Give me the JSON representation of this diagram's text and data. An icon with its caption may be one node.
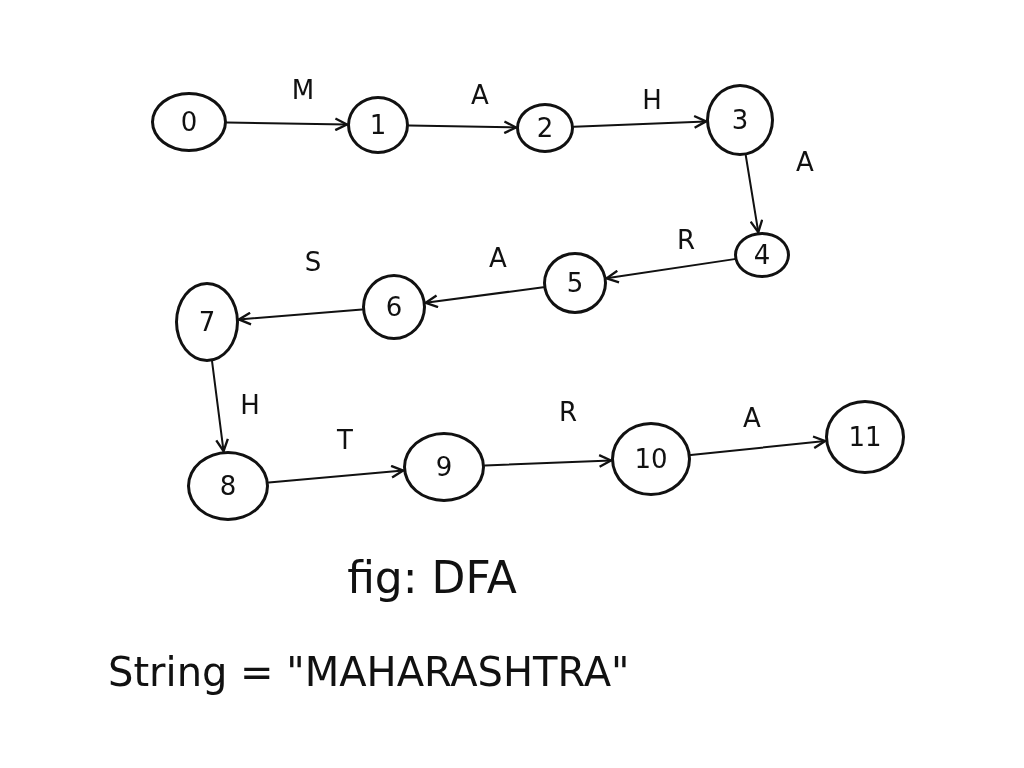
{
  "diagram": {
    "caption": "fig: DFA",
    "nodes": [
      {
        "text": [
          "0"
        ]
      },
      {
        "text": [
          "1"
        ]
      },
      {
        "text": [
          "2"
        ]
      },
      {
        "text": [
          "3"
        ]
      },
      {
        "text": [
          "4"
        ]
      },
      {
        "text": [
          "5"
        ]
      },
      {
        "text": [
          "6"
        ]
      },
      {
        "text": [
          "7"
        ]
      },
      {
        "text": [
          "8"
        ]
      },
      {
        "text": [
          "9"
        ]
      },
      {
        "text": [
          "10"
        ]
      },
      {
        "text": [
          "11"
        ]
      }
    ],
    "edges": [
      {
        "from": 0,
        "to": 1,
        "arrow": "to",
        "label": "M"
      },
      {
        "from": 1,
        "to": 2,
        "arrow": "to",
        "label": "A"
      },
      {
        "from": 2,
        "to": 3,
        "arrow": "to",
        "label": "H"
      },
      {
        "from": 3,
        "to": 4,
        "arrow": "to",
        "label": "A"
      },
      {
        "from": 4,
        "to": 5,
        "arrow": "to",
        "label": "R"
      },
      {
        "from": 5,
        "to": 6,
        "arrow": "to",
        "label": "A"
      },
      {
        "from": 6,
        "to": 7,
        "arrow": "to",
        "label": "S"
      },
      {
        "from": 7,
        "to": 8,
        "arrow": "to",
        "label": "H"
      },
      {
        "from": 8,
        "to": 9,
        "arrow": "to",
        "label": "T"
      },
      {
        "from": 9,
        "to": 10,
        "arrow": "to",
        "label": "R"
      },
      {
        "from": 10,
        "to": 11,
        "arrow": "to",
        "label": "A"
      }
    ],
    "labels": [
      "String = \"MAHARASHTRA\""
    ]
  }
}
